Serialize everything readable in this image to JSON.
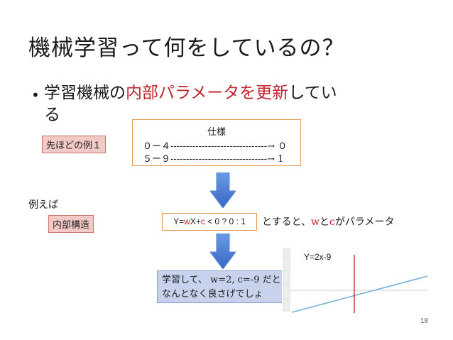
{
  "slide": {
    "title": "機械学習って何をしているの？",
    "bullet_dot": "•",
    "bullet_prefix": "学習機械の",
    "bullet_highlight": "内部パラメータを更新",
    "bullet_suffix": "してい",
    "bullet_line2": "る",
    "example_tag": "先ほどの例１",
    "spec": {
      "title": "仕様",
      "row1": "０ー４-------------------------------→ ０",
      "row2": "５ー９-------------------------------→ 1"
    },
    "for_example": "例えば",
    "internal_tag": "内部構造",
    "rule": {
      "y_eq": "Y=",
      "w": "w",
      "x_plus": "X+",
      "c": "c",
      "rest": " < 0 ? 0 : 1"
    },
    "rule_after": {
      "prefix": "とすると、",
      "w": "w",
      "and": "と",
      "c": "c",
      "suffix": "がパラメータ"
    },
    "result": {
      "line1": "学習して、 w=2, c=-9 だと",
      "line2": "なんとなく良さげでしょ"
    },
    "graph_label": "Y=2x-9",
    "page_number": "18"
  },
  "colors": {
    "accent_red": "#c0262d",
    "accent_blue": "#2a55c7",
    "tag_fill": "#f3c9c6",
    "box_border": "#e39a4a",
    "arrow_blue": "#4a7fd6",
    "result_fill": "#c7d3ec"
  }
}
